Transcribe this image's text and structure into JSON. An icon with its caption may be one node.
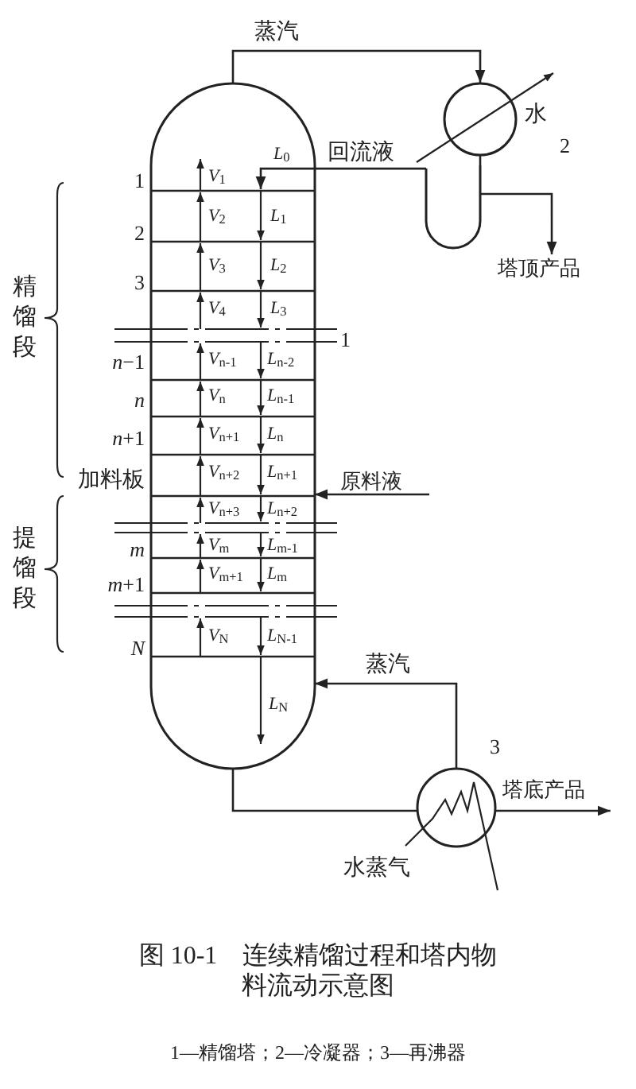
{
  "diagram": {
    "caption": "图 10-1　连续精馏过程和塔内物料流动示意图",
    "nodes": [
      {
        "text": [],
        "shape": "column",
        "beside": [
          "1"
        ]
      },
      {
        "text": [],
        "shape": "circle",
        "beside": [
          "2"
        ]
      },
      {
        "text": [],
        "shape": "drum"
      },
      {
        "text": [],
        "shape": "circle",
        "beside": [
          "3"
        ]
      },
      {
        "text": [
          "塔顶产品"
        ]
      },
      {
        "text": [
          "原料液"
        ]
      },
      {
        "text": [
          "塔底产品"
        ]
      }
    ],
    "edges": [
      {
        "from": 0,
        "to": 1,
        "arrow": "to",
        "label": "蒸汽"
      },
      {
        "from": 2,
        "to": 0,
        "arrow": "to",
        "label": "回流液"
      },
      {
        "from": 1,
        "to": 2,
        "arrow": "none"
      },
      {
        "from": 2,
        "to": 4,
        "arrow": "to"
      },
      {
        "from": 5,
        "to": 0,
        "arrow": "to"
      },
      {
        "from": 0,
        "to": 3,
        "arrow": "none"
      },
      {
        "from": 3,
        "to": 0,
        "arrow": "to",
        "label": "蒸汽"
      },
      {
        "from": 3,
        "to": 6,
        "arrow": "to"
      }
    ],
    "labels": [
      "*L*$_{0}$",
      "1",
      "*V*$_{1}$",
      "2",
      "*V*$_{2}$",
      "*L*$_{1}$",
      "3",
      "*V*$_{3}$",
      "*L*$_{2}$",
      "*V*$_{4}$",
      "*L*$_{3}$",
      "*n*−1",
      "*V*$_{n-1}$",
      "*L*$_{n-2}$",
      "*n*",
      "*V*$_{n}$",
      "*L*$_{n-1}$",
      "*n*+1",
      "*V*$_{n+1}$",
      "*L*$_{n}$",
      "加料板",
      "*V*$_{n+2}$",
      "*L*$_{n+1}$",
      "*V*$_{n+3}$",
      "*L*$_{n+2}$",
      "*m*",
      "*V*$_{m}$",
      "*L*$_{m-1}$",
      "*m*+1",
      "*V*$_{m+1}$",
      "*L*$_{m}$",
      "*N*",
      "*V*$_{N}$",
      "*L*$_{N-1}$",
      "*L*$_{N}$",
      "精馏段",
      "提馏段",
      "水",
      "水蒸气",
      "1—精馏塔；2—冷凝器；3—再沸器"
    ]
  }
}
